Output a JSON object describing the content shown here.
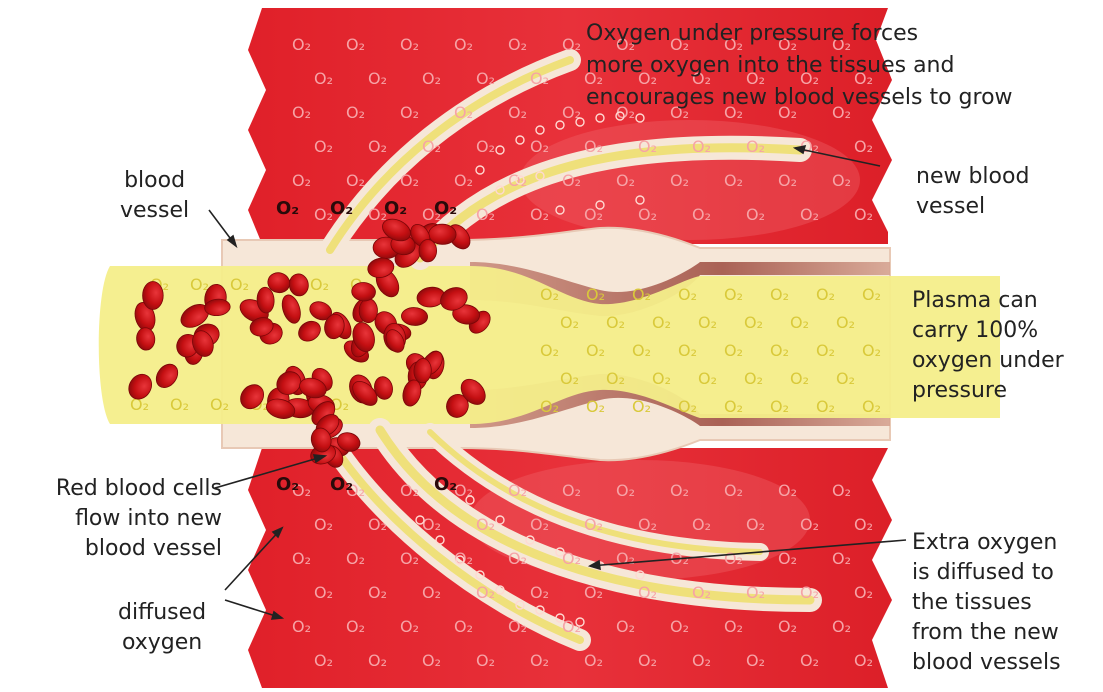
{
  "labels": {
    "top_caption": [
      "Oxygen under pressure forces",
      "more oxygen into the tissues and",
      "encourages new blood vessels to grow"
    ],
    "blood_vessel": [
      "blood",
      "vessel"
    ],
    "new_blood_vessel": [
      "new blood",
      "vessel"
    ],
    "plasma": [
      "Plasma can",
      "carry 100%",
      "oxygen under",
      "pressure"
    ],
    "red_blood_cells": [
      "Red blood cells",
      "flow into new",
      "blood vessel"
    ],
    "diffused_oxygen": [
      "diffused",
      "oxygen"
    ],
    "extra_oxygen": [
      "Extra oxygen",
      "is diffused to",
      "the tissues",
      "from the new",
      "blood vessels"
    ]
  },
  "molecule_symbol": "O₂",
  "colors": {
    "tissue": "#e8232c",
    "tissue_dark": "#c8141c",
    "vessel_wall": "#f6e7d8",
    "plasma": "#f4ee8a",
    "red_cell": "#c40f12",
    "lumen_shadow": "#a8574a"
  }
}
